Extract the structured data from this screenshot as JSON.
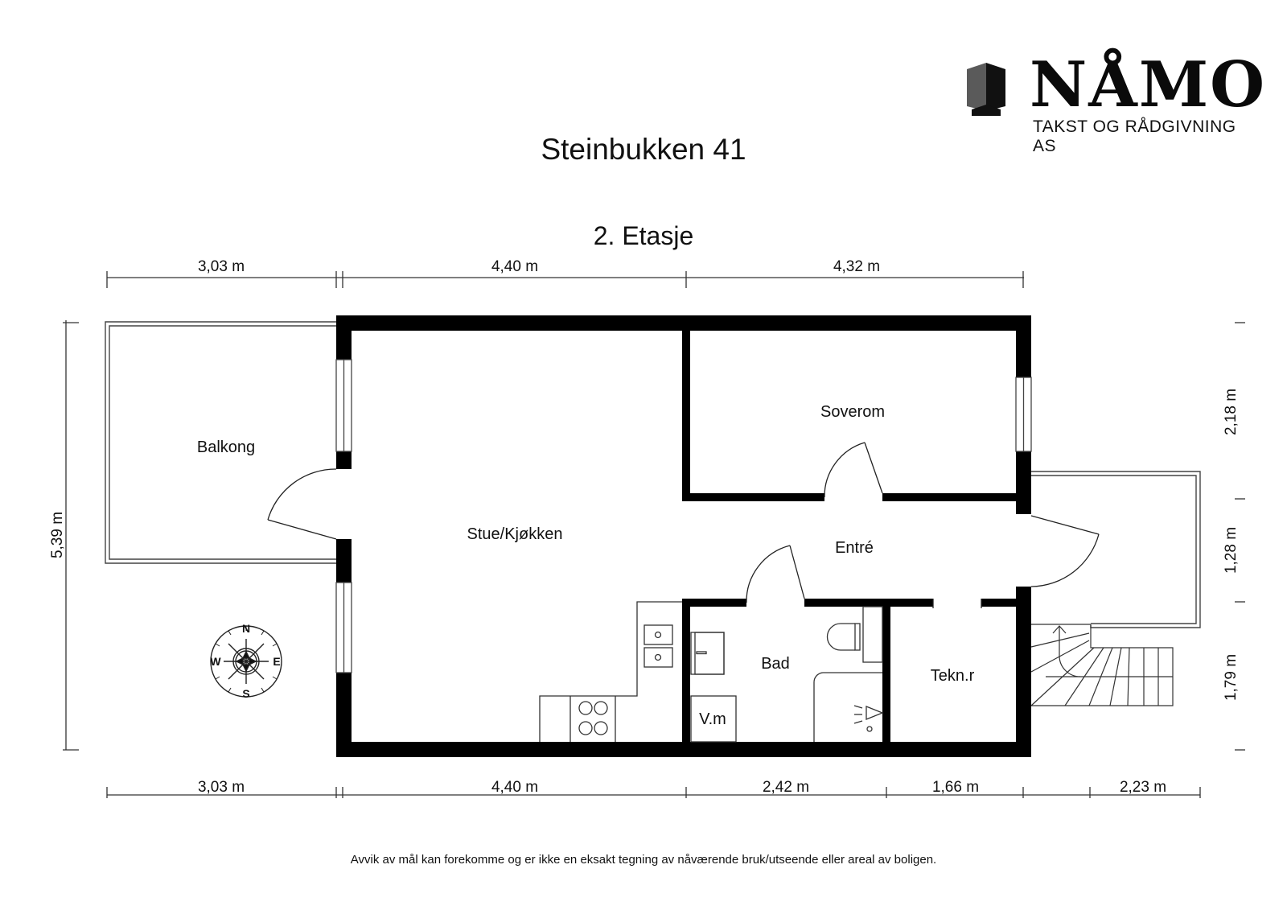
{
  "header": {
    "title": "Steinbukken 41",
    "floor": "2. Etasje"
  },
  "logo": {
    "wordmark": "NÅMO",
    "tagline": "TAKST OG RÅDGIVNING AS",
    "icon": "house-box-icon"
  },
  "rooms": [
    {
      "id": "balkong",
      "label": "Balkong"
    },
    {
      "id": "stue",
      "label": "Stue/Kjøkken"
    },
    {
      "id": "soverom",
      "label": "Soverom"
    },
    {
      "id": "entre",
      "label": "Entré"
    },
    {
      "id": "bad",
      "label": "Bad"
    },
    {
      "id": "vm",
      "label": "V.m"
    },
    {
      "id": "tekn",
      "label": "Tekn.r"
    }
  ],
  "dimensions": {
    "top": [
      "3,03 m",
      "4,40 m",
      "4,32 m"
    ],
    "bottom": [
      "3,03 m",
      "4,40 m",
      "2,42 m",
      "1,66 m",
      "2,23 m"
    ],
    "left": [
      "5,39 m"
    ],
    "right": [
      "2,18 m",
      "1,28 m",
      "1,79 m"
    ]
  },
  "compass": {
    "north": "N",
    "south": "S",
    "east": "E",
    "west": "W"
  },
  "footer": {
    "disclaimer": "Avvik av mål kan forekomme og er ikke en eksakt tegning av nåværende bruk/utseende eller areal av boligen."
  },
  "colors": {
    "wall": "#000000",
    "line": "#333333",
    "background": "#ffffff",
    "logo_gray": "#555555"
  }
}
